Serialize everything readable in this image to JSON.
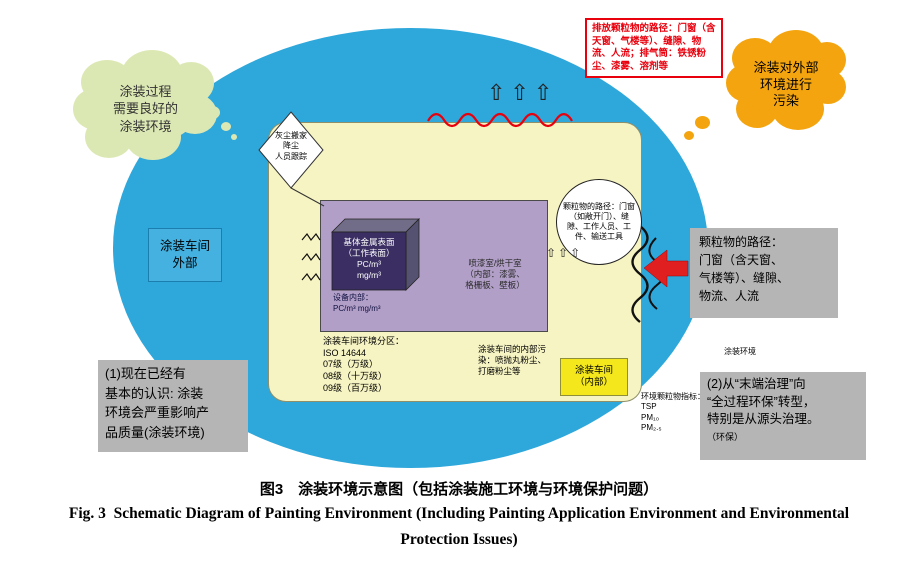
{
  "figure": {
    "left_cloud": "涂装过程\n需要良好的\n涂装环境",
    "right_cloud": "涂装对外部\n环境进行\n污染",
    "emission_note": "排放颗粒物的路径：门窗（含天窗、气楼等）、缝隙、物流、人流；排气筒：铁锈粉尘、漆雾、溶剂等",
    "outside_label": "涂装车间\n外部",
    "dust_diamond": "灰尘搬家\n降尘\n人员跟踪",
    "substrate_label": "基体金属表面\n（工作表面）\nPC/m³\nmg/m³",
    "equipment_note": "设备内部：\nPC/m³ mg/m³",
    "spray_room_note": "喷漆室/烘干室\n（内部：漆雾、\n格栅板、壁板）",
    "zoning_note": "涂装车间环境分区：\nISO 14644\n07级（万级）\n08级（十万级）\n09级（百万级）",
    "internal_pollution_note": "涂装车间的内部污\n染：喷抛丸粉尘、\n打磨粉尘等",
    "workshop_inner_label": "涂装车间\n（内部）",
    "particle_circle_note": "颗粒物的路径：门窗（如敞开门）、缝隙、工作人员、工件、输送工具",
    "particle_path_note": "颗粒物的路径：\n门窗（含天窗、\n气楼等）、缝隙、\n物流、人流",
    "env_label": "涂装环境",
    "env_metrics_note": "环境颗粒物指标：\nTSP\nPM₁₀\nPM₂.₅",
    "note1": "(1)现在已经有\n基本的认识: 涂装\n环境会严重影响产\n品质量(涂装环境)",
    "note2_main": "(2)从“末端治理”向\n“全过程环保”转型，\n特别是从源头治理。",
    "note2_tag": "（环保）",
    "big_up_arrows": "⇧⇧⇧",
    "small_up_arrows": "⇧⇧⇧"
  },
  "caption": {
    "cn": "图3　涂装环境示意图（包括涂装施工环境与环境保护问题）",
    "en_line1": "Fig. 3  Schematic Diagram of Painting Environment (Including Painting Application Environment and Environmental",
    "en_line2": "Protection Issues)"
  },
  "colors": {
    "sky_blue": "#2ea7db",
    "workshop_yellow": "#f6f4c2",
    "booth_purple": "#b19fc7",
    "substrate_navy": "#3a2e62",
    "note_gray": "#b5b5b5",
    "alert_red": "#e8000d",
    "cloud_green": "#dce8b4",
    "cloud_orange": "#f3a40e",
    "inner_yellow": "#f4e81c"
  }
}
